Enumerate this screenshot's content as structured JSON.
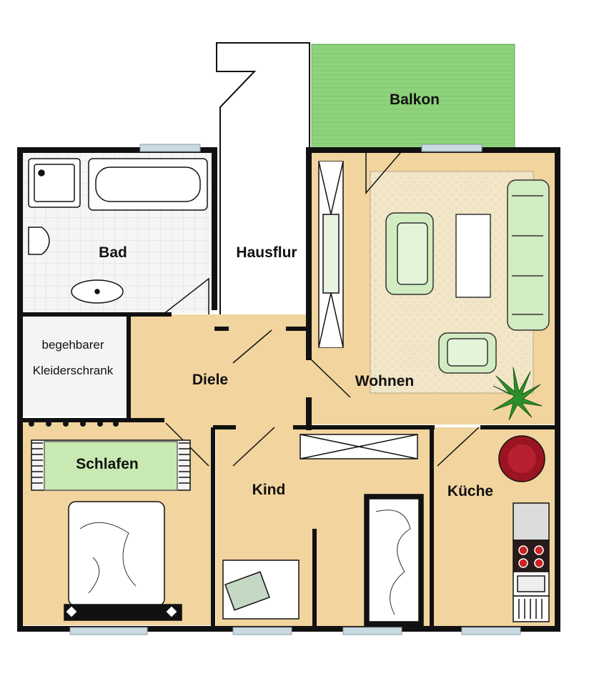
{
  "plan": {
    "rooms": {
      "balkon": "Balkon",
      "bad": "Bad",
      "hausflur": "Hausflur",
      "diele": "Diele",
      "wohnen": "Wohnen",
      "schrank_line1": "begehbarer",
      "schrank_line2": "Kleiderschrank",
      "schlafen": "Schlafen",
      "kind": "Kind",
      "kueche": "Küche"
    }
  },
  "colors": {
    "wall": "#111111",
    "floor_wood": "#f1d49e",
    "balcony": "#8fd37c",
    "tile": "#f4f4f4",
    "grid": "#e1e1e1",
    "window": "#c9dae2",
    "rug": "#f0e4c6",
    "sofa": "#d2ecc2",
    "plant": "#2e8f2a",
    "stool": "#9a1422"
  }
}
